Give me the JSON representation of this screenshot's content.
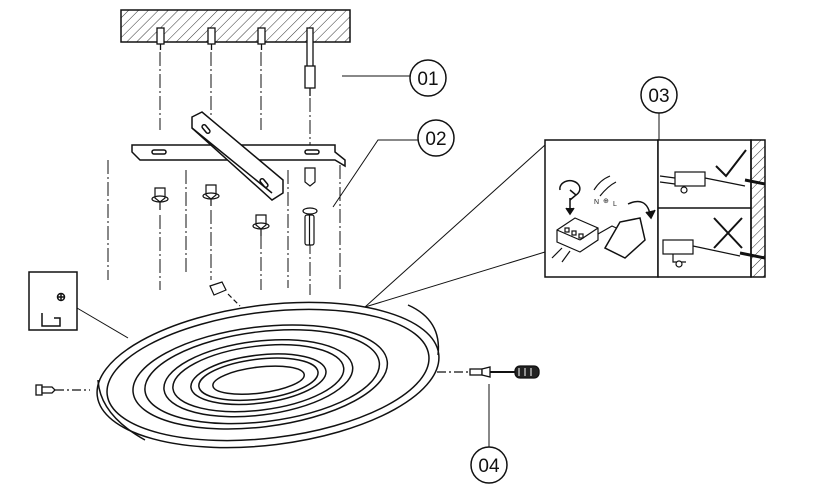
{
  "callouts": [
    {
      "id": "01",
      "label": "01"
    },
    {
      "id": "02",
      "label": "02"
    },
    {
      "id": "03",
      "label": "03"
    },
    {
      "id": "04",
      "label": "04"
    }
  ],
  "wiring_detail": {
    "terminal_marks": [
      "N",
      "⊕",
      "L"
    ],
    "correct_icon": "check-icon",
    "wrong_icon": "cross-icon"
  },
  "colors": {
    "line": "#111111",
    "ceiling_fill": "#ffffff",
    "wall_hatch": "#333333"
  }
}
